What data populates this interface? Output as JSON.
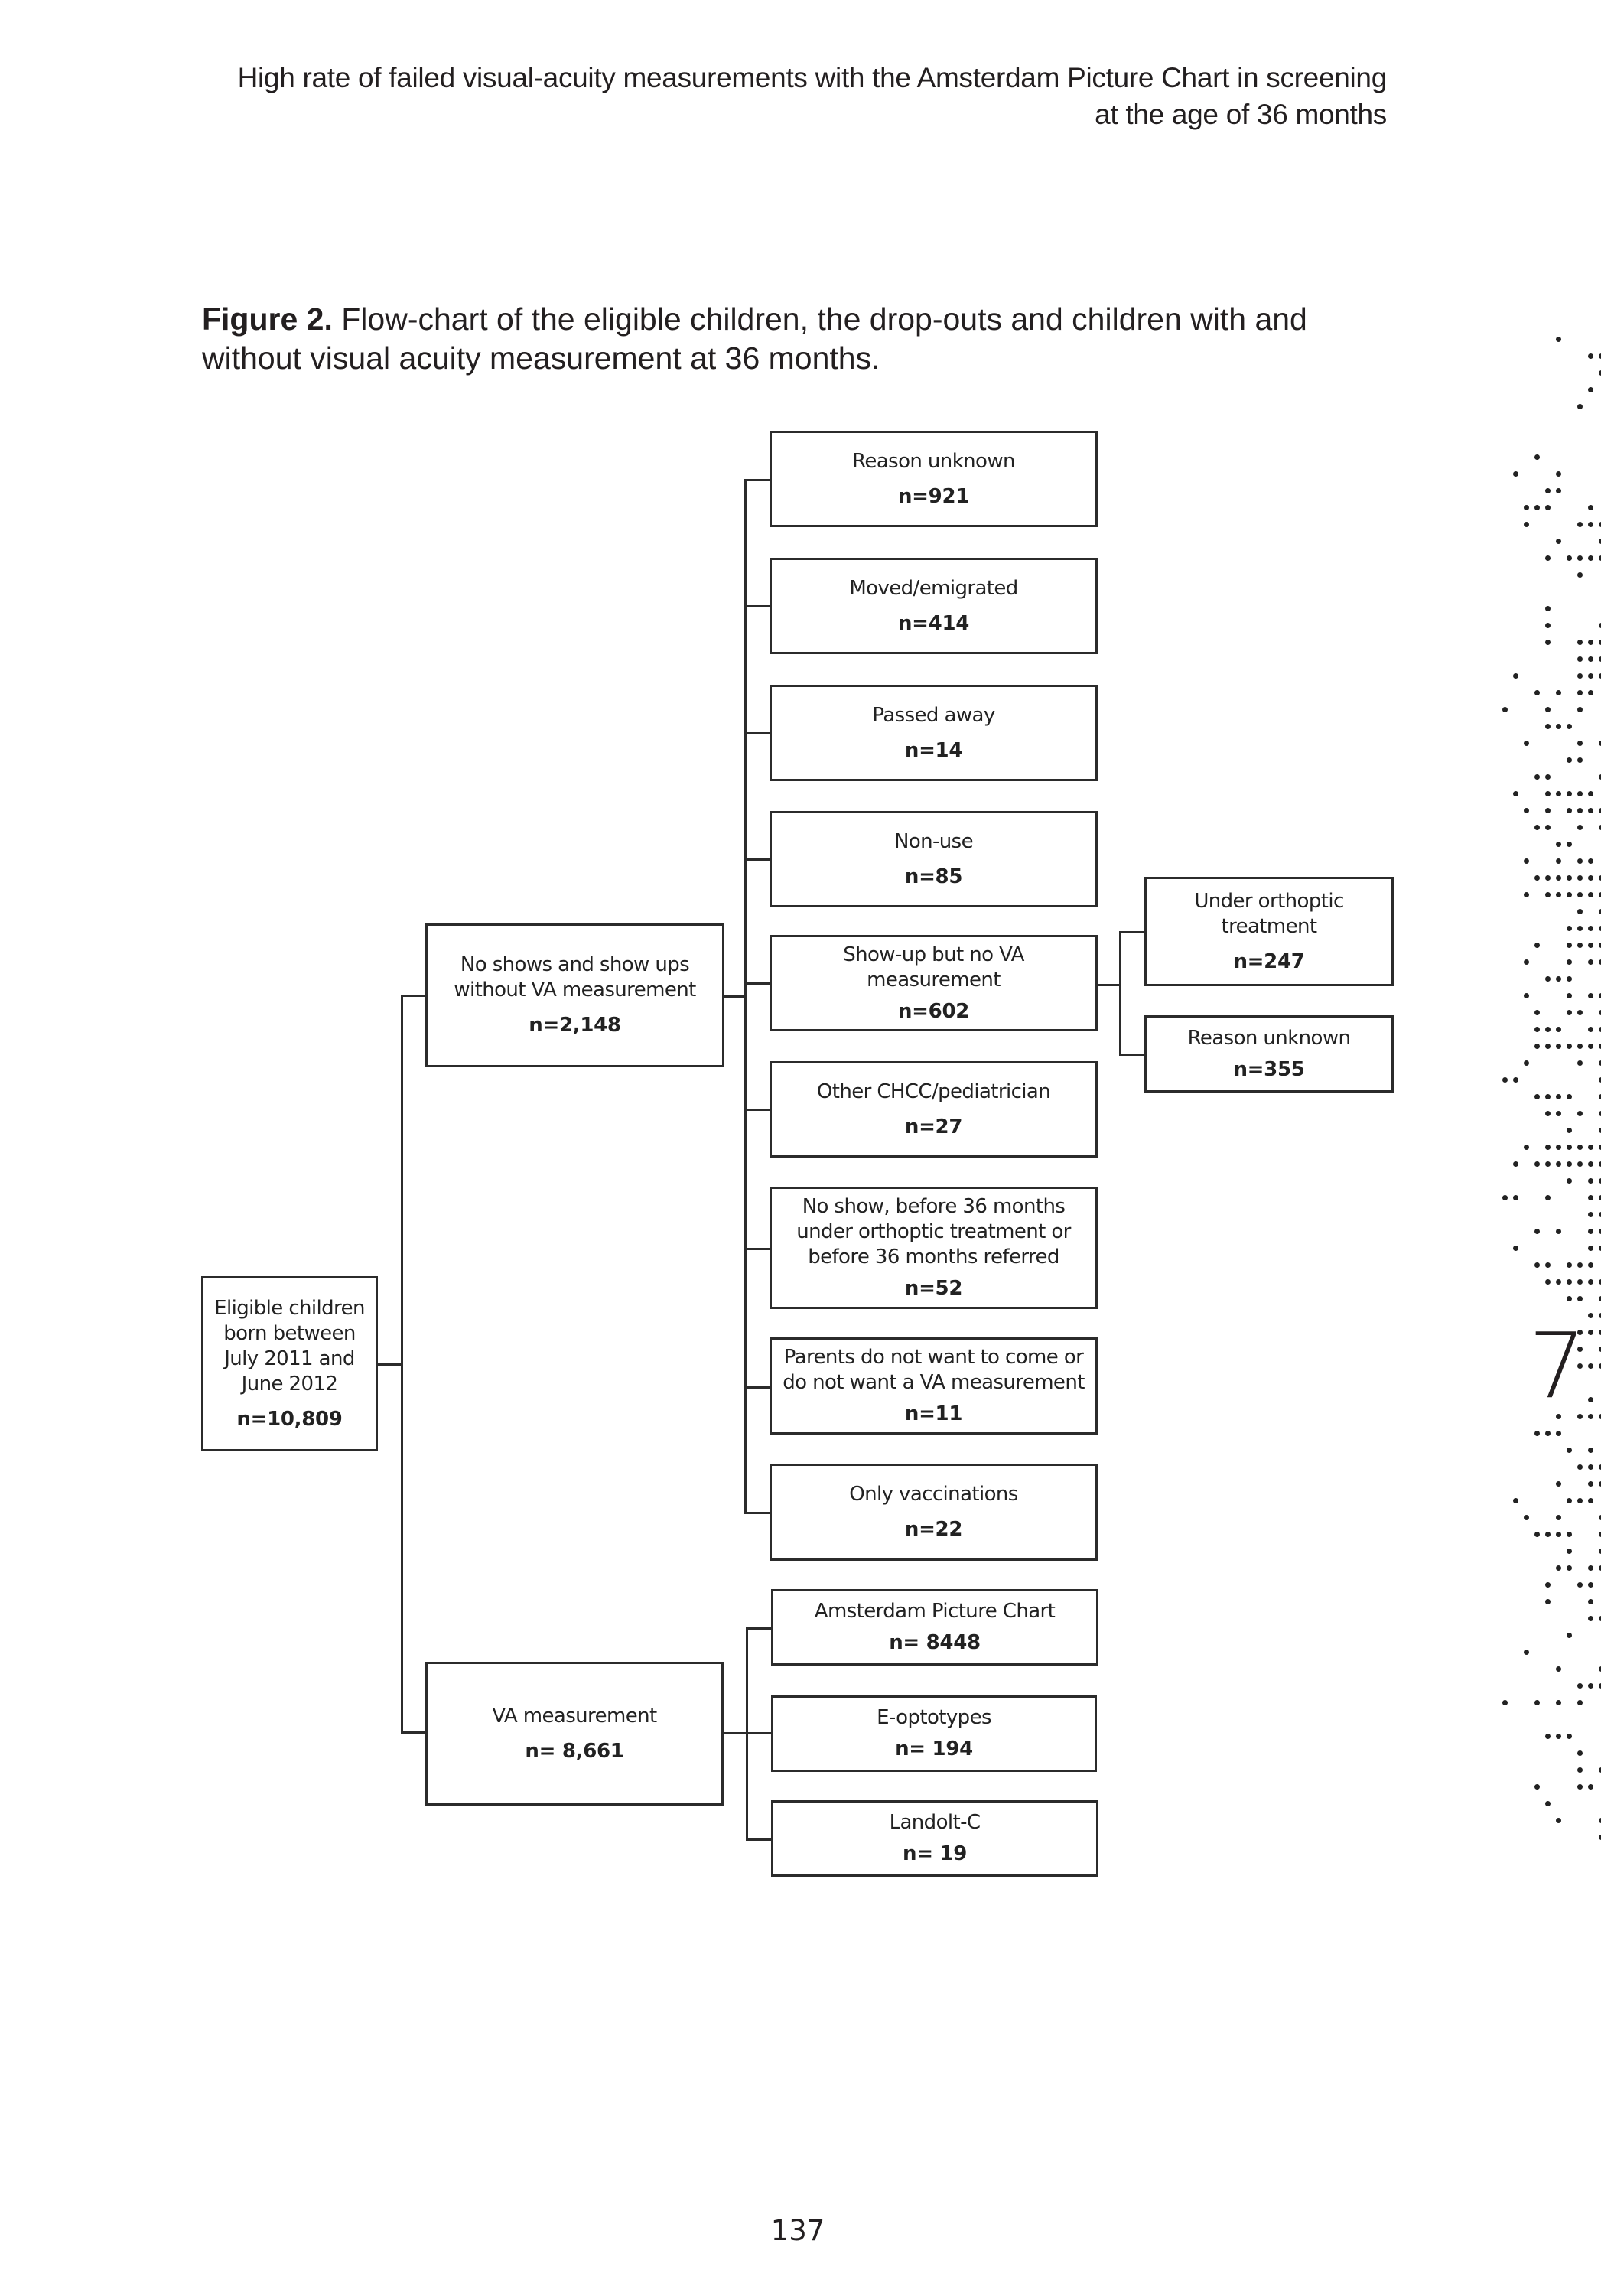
{
  "running_head": {
    "line1": "High rate of failed visual-acuity measurements with the Amsterdam Picture Chart in screening",
    "line2": "at the age of 36 months"
  },
  "caption": {
    "label": "Figure 2.",
    "text": " Flow-chart of the eligible children, the drop-outs and children with and without visual acuity measurement at 36 months."
  },
  "flowchart": {
    "root": {
      "label": "Eligible children\nborn between\nJuly 2011 and\nJune 2012",
      "n": "n=10,809"
    },
    "no_va": {
      "label": "No shows and show ups\nwithout VA measurement",
      "n": "n=2,148"
    },
    "va": {
      "label": "VA measurement",
      "n": "n= 8,661"
    },
    "no_va_reasons": [
      {
        "label": "Reason unknown",
        "n": "n=921"
      },
      {
        "label": "Moved/emigrated",
        "n": "n=414"
      },
      {
        "label": "Passed away",
        "n": "n=14"
      },
      {
        "label": "Non-use",
        "n": "n=85"
      },
      {
        "label": "Show-up but no VA\nmeasurement",
        "n": "n=602"
      },
      {
        "label": "Other CHCC/pediatrician",
        "n": "n=27"
      },
      {
        "label": "No show, before 36 months\nunder orthoptic treatment or\nbefore 36 months referred",
        "n": "n=52"
      },
      {
        "label": "Parents do not want to come or\ndo not want a VA measurement",
        "n": "n=11"
      },
      {
        "label": "Only vaccinations",
        "n": "n=22"
      }
    ],
    "showup_sub": [
      {
        "label": "Under orthoptic\ntreatment",
        "n": "n=247"
      },
      {
        "label": "Reason unknown",
        "n": "n=355"
      }
    ],
    "va_methods": [
      {
        "label": "Amsterdam Picture Chart",
        "n": "n= 8448"
      },
      {
        "label": "E-optotypes",
        "n": "n= 194"
      },
      {
        "label": "Landolt-C",
        "n": "n= 19"
      }
    ]
  },
  "chapter_number": "7",
  "page_number": "137"
}
